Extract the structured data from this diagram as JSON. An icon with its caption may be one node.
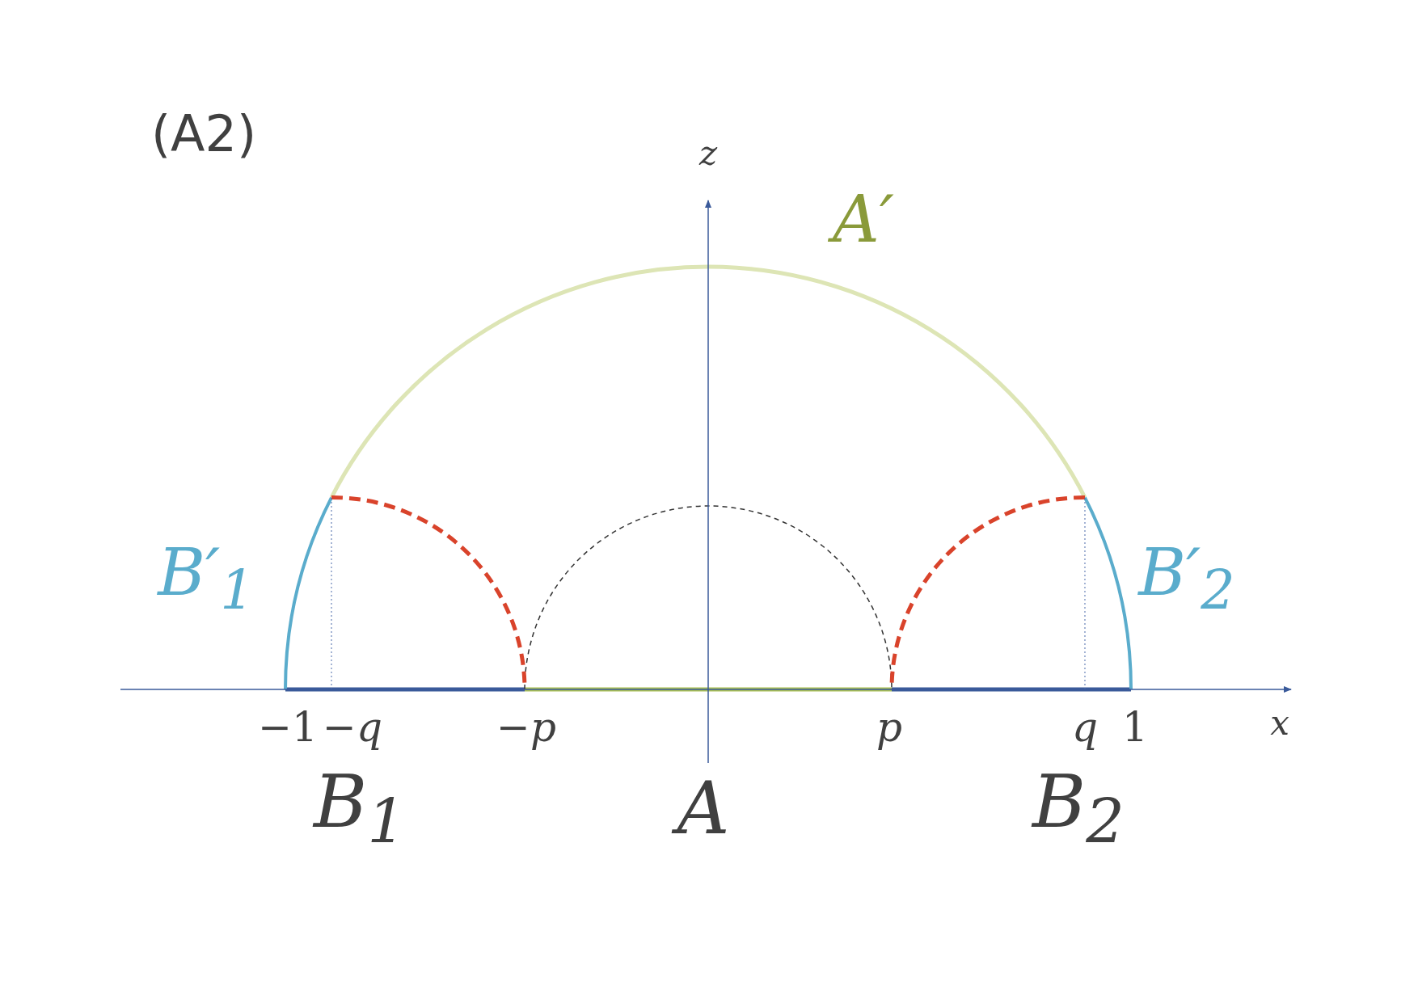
{
  "diagram": {
    "labels": [
      "(A2)",
      "z",
      "A′",
      "B′$_{1}$",
      "B′$_{2}$",
      "−1",
      "−q",
      "−p",
      "p",
      "q",
      "1",
      "x",
      "B$_{1}$",
      "A",
      "B$_{2}$"
    ]
  }
}
